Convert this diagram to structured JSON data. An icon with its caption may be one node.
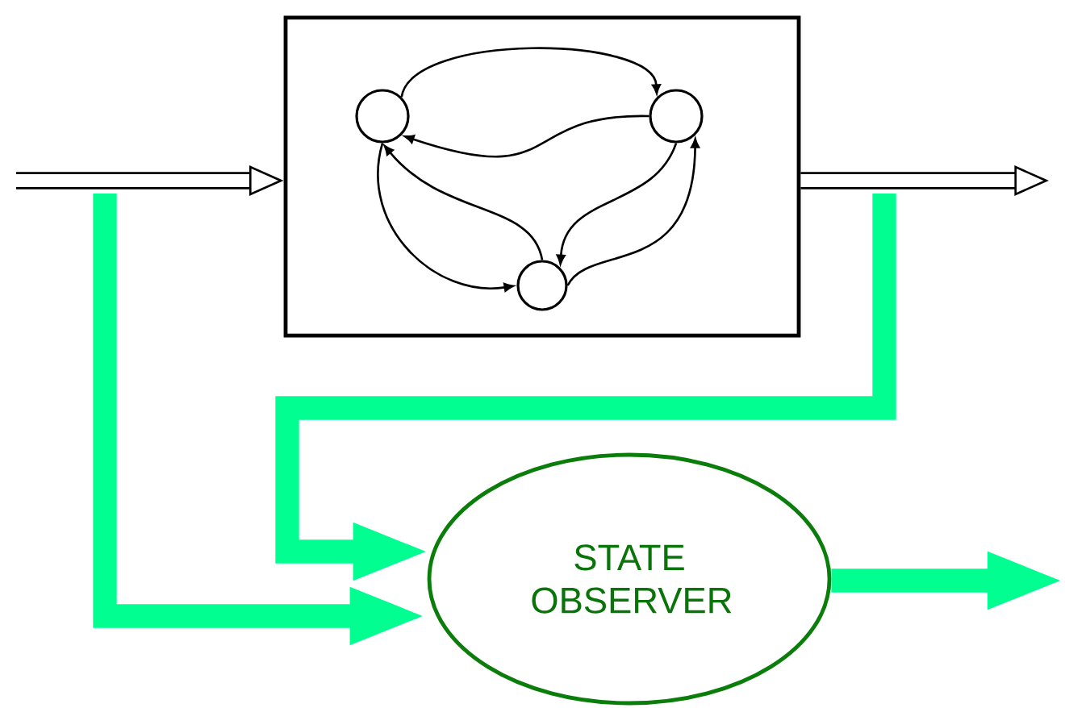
{
  "diagram": {
    "nodes": [
      {
        "text": [],
        "shape": "box"
      },
      {
        "text": [],
        "shape": "circle",
        "in": 0
      },
      {
        "text": [],
        "shape": "circle",
        "in": 0
      },
      {
        "text": [],
        "shape": "circle",
        "in": 0
      },
      {
        "text": [
          "STATE OBSERVER"
        ]
      }
    ],
    "edges": [
      {
        "from": null,
        "to": 0,
        "arrow": "to",
        "style": "thick"
      },
      {
        "from": 0,
        "to": null,
        "arrow": "to",
        "style": "thick"
      },
      {
        "from": 1,
        "to": 2,
        "arrow": "to"
      },
      {
        "from": 2,
        "to": 1,
        "arrow": "to"
      },
      {
        "from": 1,
        "to": 3,
        "arrow": "to"
      },
      {
        "from": 3,
        "to": 1,
        "arrow": "to"
      },
      {
        "from": 2,
        "to": 3,
        "arrow": "to"
      },
      {
        "from": 3,
        "to": 2,
        "arrow": "to"
      },
      {
        "from": null,
        "to": 4,
        "arrow": "to",
        "style": "thick",
        "color": "#00ff90"
      },
      {
        "from": null,
        "to": 4,
        "arrow": "to",
        "style": "thick",
        "color": "#00ff90"
      },
      {
        "from": 4,
        "to": null,
        "arrow": "to",
        "style": "thick",
        "color": "#00ff90"
      }
    ]
  }
}
